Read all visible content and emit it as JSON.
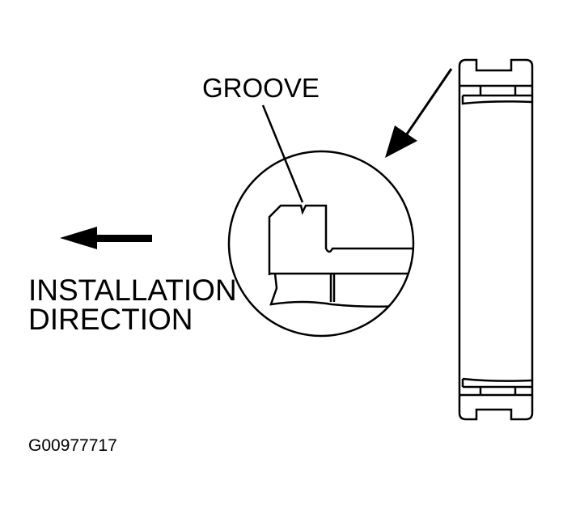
{
  "labels": {
    "groove": "GROOVE",
    "installation_line1": "INSTALLATION",
    "installation_line2": "DIRECTION",
    "figure_id": "G00977717"
  }
}
